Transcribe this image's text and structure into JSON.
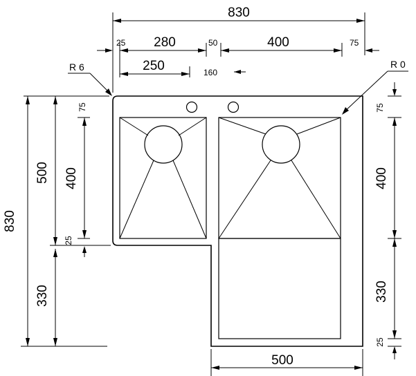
{
  "corner_labels": {
    "left": "R 6",
    "right": "R 0"
  },
  "top_dims": {
    "overall": "830",
    "left_margin": "25",
    "left_bowl": "280",
    "divider": "50",
    "right_bowl": "400",
    "right_margin": "75",
    "left_offset": "250",
    "tap_offset": "160"
  },
  "left_dims": {
    "overall": "830",
    "upper": "500",
    "lower": "330",
    "bowl_top": "75",
    "bowl": "400",
    "bowl_bottom": "25"
  },
  "right_dims": {
    "top": "75",
    "bowl": "400",
    "drainer": "330",
    "bottom": "25"
  },
  "bottom_dims": {
    "width": "500"
  }
}
